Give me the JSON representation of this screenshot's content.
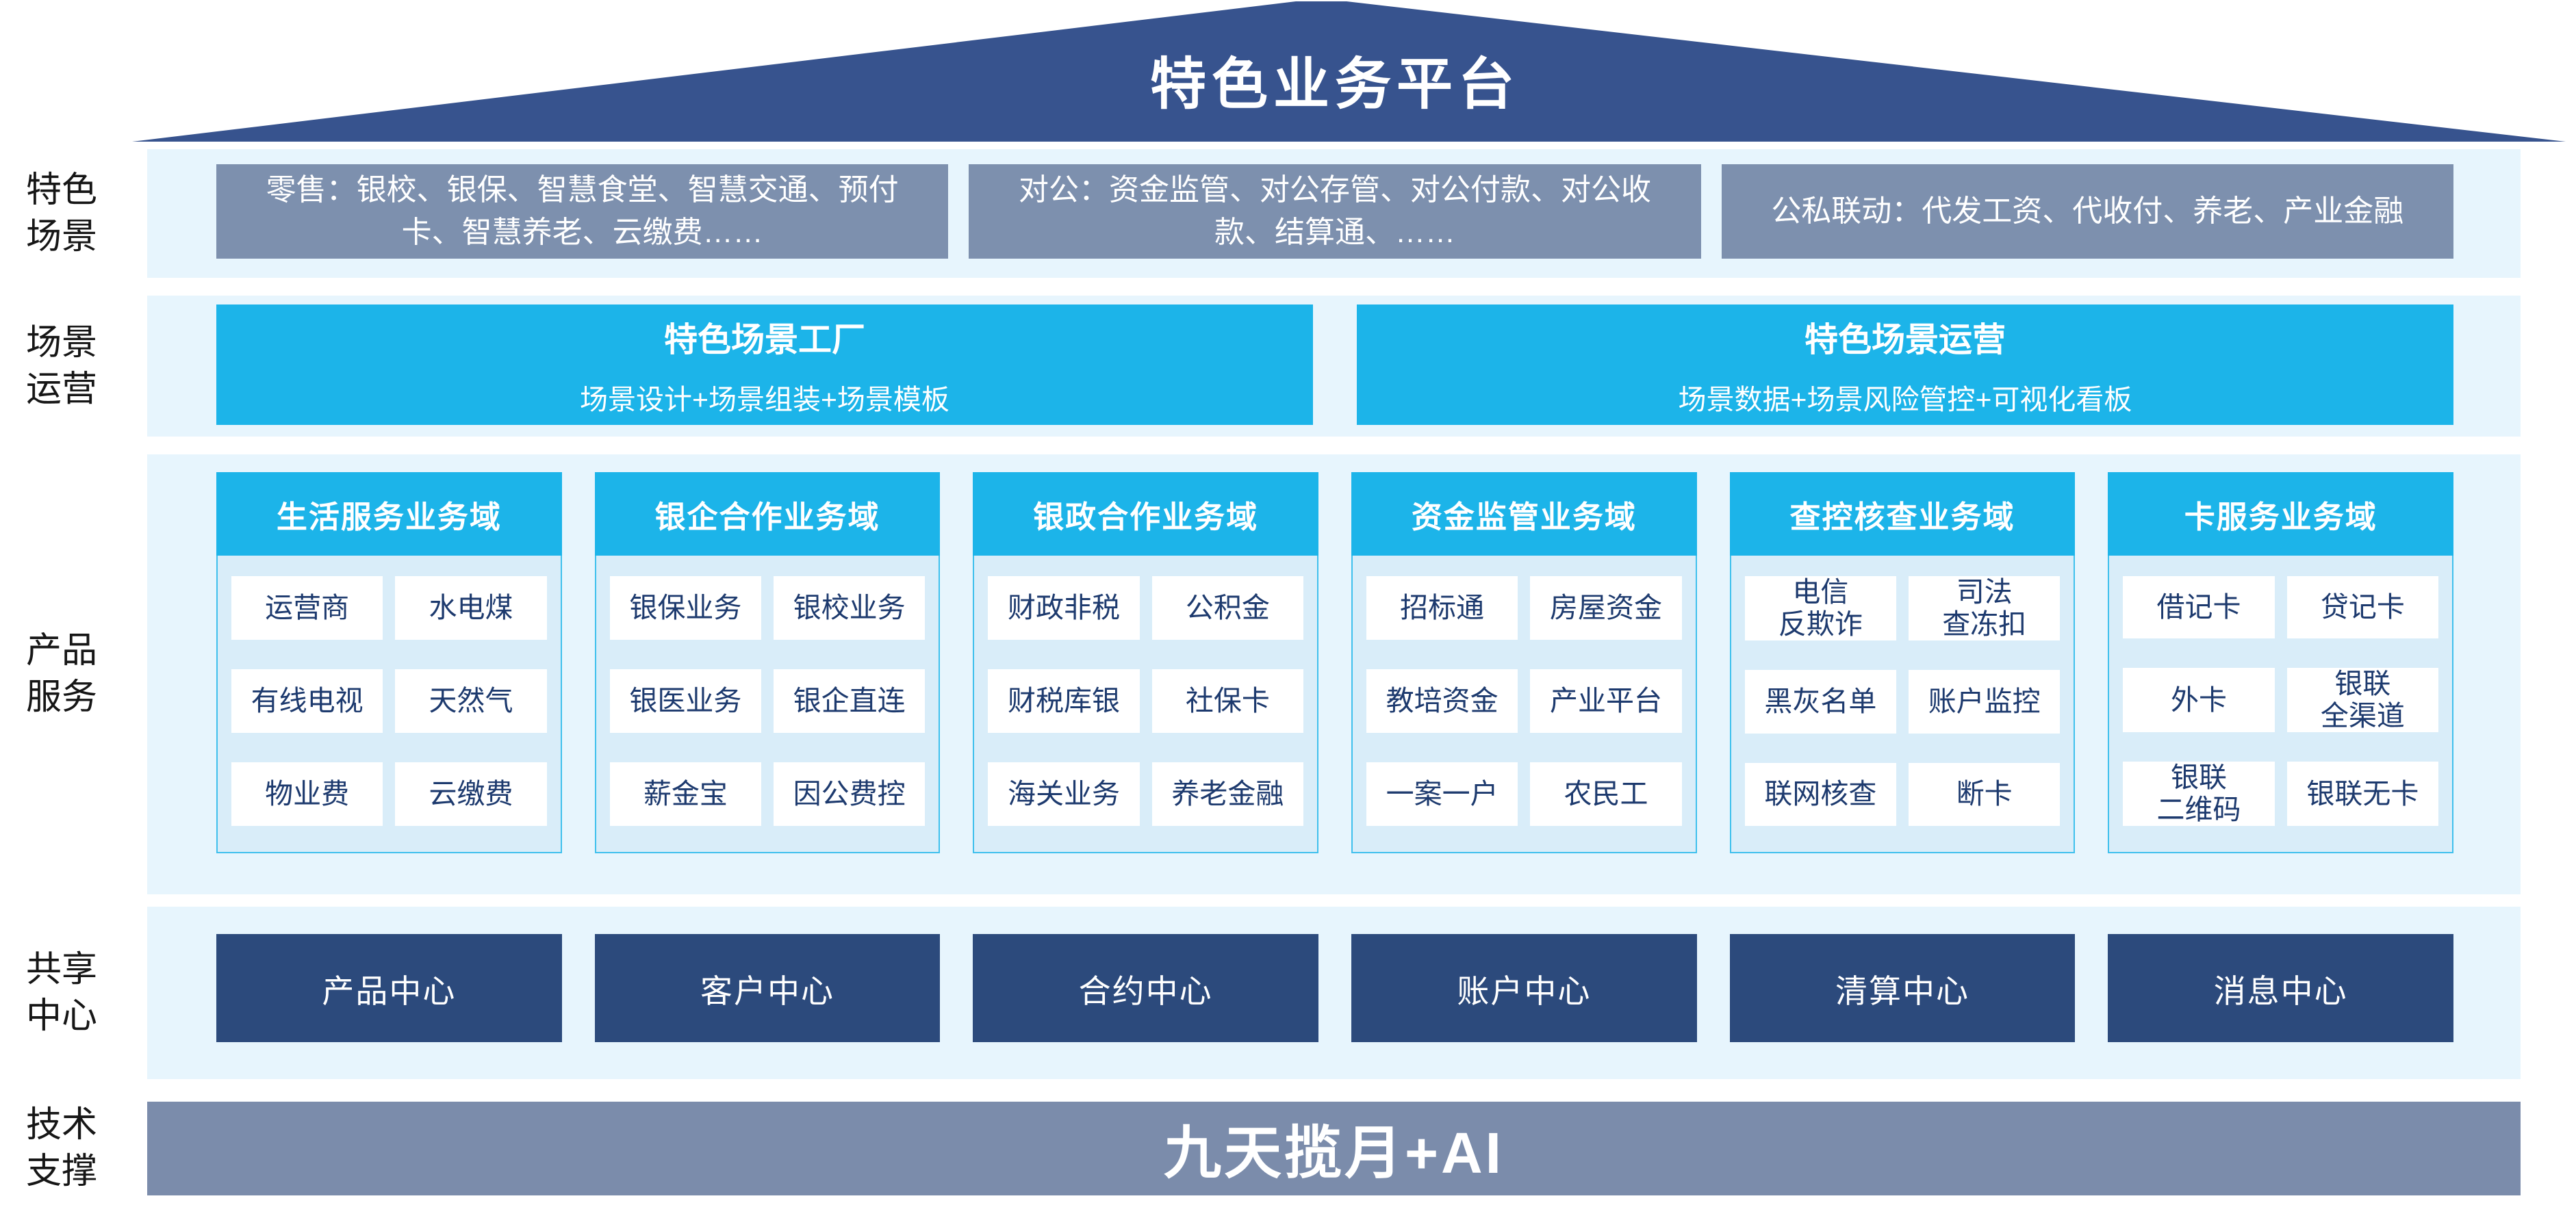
{
  "roof": {
    "title": "特色业务平台"
  },
  "side_labels": [
    [
      "特色",
      "场景"
    ],
    [
      "场景",
      "运营"
    ],
    [
      "产品",
      "服务"
    ],
    [
      "共享",
      "中心"
    ],
    [
      "技术",
      "支撑"
    ]
  ],
  "scene_boxes": [
    "零售：银校、银保、智慧食堂、智慧交通、预付卡、智慧养老、云缴费……",
    "对公：资金监管、对公存管、对公付款、对公收款、结算通、……",
    "公私联动：代发工资、代收付、养老、产业金融"
  ],
  "operation_boxes": [
    {
      "title": "特色场景工厂",
      "subtitle": "场景设计+场景组装+场景模板"
    },
    {
      "title": "特色场景运营",
      "subtitle": "场景数据+场景风险管控+可视化看板"
    }
  ],
  "product_columns": [
    {
      "header": "生活服务业务域",
      "cells": [
        "运营商",
        "水电煤",
        "有线电视",
        "天然气",
        "物业费",
        "云缴费"
      ]
    },
    {
      "header": "银企合作业务域",
      "cells": [
        "银保业务",
        "银校业务",
        "银医业务",
        "银企直连",
        "薪金宝",
        "因公费控"
      ]
    },
    {
      "header": "银政合作业务域",
      "cells": [
        "财政非税",
        "公积金",
        "财税库银",
        "社保卡",
        "海关业务",
        "养老金融"
      ]
    },
    {
      "header": "资金监管业务域",
      "cells": [
        "招标通",
        "房屋资金",
        "教培资金",
        "产业平台",
        "一案一户",
        "农民工"
      ]
    },
    {
      "header": "查控核查业务域",
      "cells": [
        "电信\n反欺诈",
        "司法\n查冻扣",
        "黑灰名单",
        "账户监控",
        "联网核查",
        "断卡"
      ]
    },
    {
      "header": "卡服务业务域",
      "cells": [
        "借记卡",
        "贷记卡",
        "外卡",
        "银联\n全渠道",
        "银联\n二维码",
        "银联无卡"
      ]
    }
  ],
  "share_centers": [
    "产品中心",
    "客户中心",
    "合约中心",
    "账户中心",
    "清算中心",
    "消息中心"
  ],
  "tech_banner": "九天揽月+AI",
  "colors": {
    "roof_navy": "#37538E",
    "scene_box_gray_blue": "#7D90AE",
    "strip_light_blue": "#E7F5FD",
    "accent_cyan": "#1CB4E9",
    "column_body_blue": "#D9EDF9",
    "column_border_cyan": "#3FC0ED",
    "cell_text_navy": "#1D3A6E",
    "center_box_navy": "#2C4A7C",
    "tech_bar_gray_blue": "#7B8CAB"
  }
}
